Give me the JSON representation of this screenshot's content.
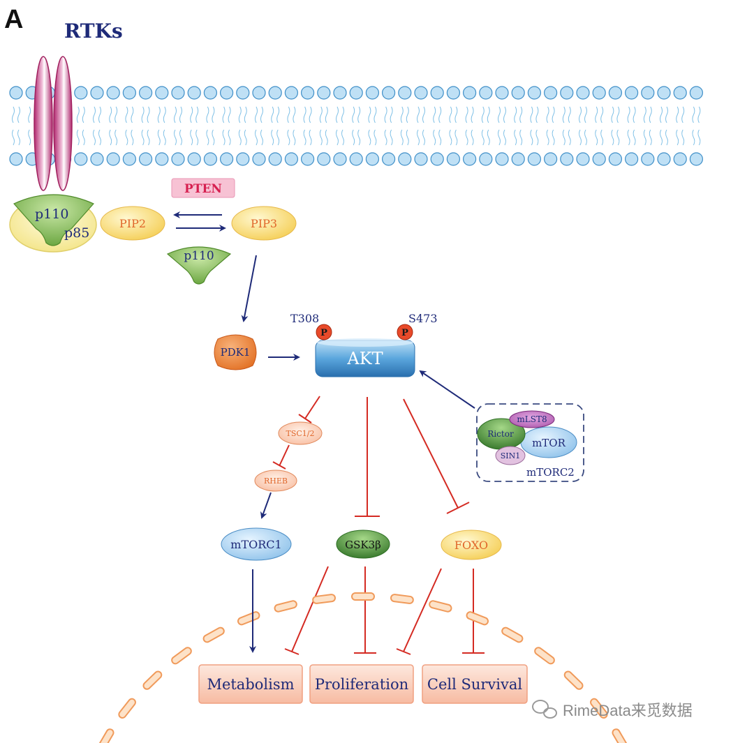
{
  "panel_label": "A",
  "receptor_label": "RTKs",
  "pi3k": {
    "catalytic": "p110",
    "regulatory": "p85",
    "free_catalytic": "p110"
  },
  "lipids": {
    "pip2": "PIP2",
    "pip3": "PIP3",
    "pten": "PTEN"
  },
  "kinases": {
    "pdk1": "PDK1",
    "akt": "AKT",
    "t308": "T308",
    "s473": "S473",
    "phospho": "P"
  },
  "mtorc2": {
    "rictor": "Rictor",
    "mlst8": "mLST8",
    "mtor": "mTOR",
    "sin1": "SIN1",
    "label": "mTORC2"
  },
  "downstream": {
    "tsc": "TSC1/2",
    "rheb": "RHEB",
    "mtorc1": "mTORC1",
    "gsk3b": "GSK3β",
    "foxo": "FOXO"
  },
  "outcomes": {
    "metabolism": "Metabolism",
    "proliferation": "Proliferation",
    "survival": "Cell Survival"
  },
  "watermark": "RimeData来觅数据",
  "colors": {
    "membrane_head": "#bfe0f5",
    "membrane_edge": "#3f8fc8",
    "receptor": "#c0307a",
    "activation_arrow": "#1e2a78",
    "inhibition_arrow": "#d42a22",
    "akt": "#3d8ed0",
    "pdk1": "#e8762c",
    "pten": "#f7b8cc",
    "pip": "#fbd66b",
    "p85": "#f7ea9a",
    "p110": "#7ab648",
    "gsk3b": "#3c8a2e",
    "mtorc1": "#9ccbee",
    "foxo": "#fbd66b",
    "outcome_box": "#fbd3c0"
  }
}
